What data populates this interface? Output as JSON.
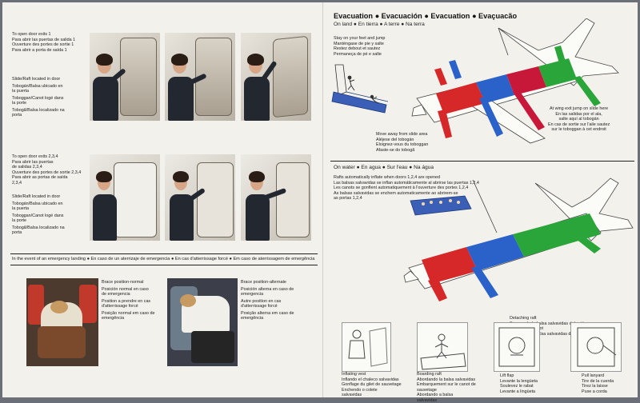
{
  "left_panel": {
    "door1": {
      "lines": [
        "To open door exits 1",
        "Para abrir las puertas de salida 1",
        "Ouverture des portes de sortie 1",
        "Para abrir a porta de saída 1"
      ]
    },
    "slide1": {
      "lines": [
        "Slide/Raft located in door",
        "Tobogán/Balsa ubicado en",
        "la puerta",
        "Toboggan/Canot logé dans",
        "la porte",
        "Tobogã/Balsa localizado na",
        "porta"
      ]
    },
    "door234": {
      "lines": [
        "To open door exits 2,3,4",
        "Para abrir las puertas",
        "de salidas 2,3,4",
        "Ouverture des portes de sortie 2,3,4",
        "Para abrir as portas de saída",
        "2,3,4"
      ]
    },
    "slide234": {
      "lines": [
        "Slide/Raft located in door",
        "Tobogán/Balsa ubicado en",
        "la puerta",
        "Toboggan/Canot logé dans",
        "la porte",
        "Tobogã/Balsa localizado na",
        "porta"
      ]
    },
    "emergency_landing": "In the event of an emergency landing ● En caso de un aterrizaje de emergencia ● En cas d'atterrissage forcé ● Em caso de aterrissagem de emergência",
    "brace_normal": {
      "lines": [
        "Brace position-normal",
        "Posición normal en caso",
        "de emergencia",
        "Position a prendre en cas",
        "d'atterrissage forcé",
        "Posição normal em caso de",
        "emergência"
      ]
    },
    "brace_alternate": {
      "lines": [
        "Brace position-alternate",
        "Posición alterna en caso de",
        "emergencia",
        "Autre position en cas",
        "d'atterrissage forcé",
        "Posição alterna em caso de",
        "emergência"
      ]
    }
  },
  "right_panel": {
    "evacuation_title": "Evacuation ● Evacuación ● Evacuation ● Evaçuacão",
    "on_land": "On land ● En tierra ● A terre ● Na terra",
    "stay_on_feet": {
      "lines": [
        "Stay on your feet and jump",
        "Manténgase de pie y salte",
        "Restez debout et sautez",
        "Permaneça de pé e salte"
      ]
    },
    "move_away": {
      "lines": [
        "Move away from slide area",
        "Aléjese del tobogán",
        "Eloignez-vous du toboggan",
        "Afaste-se do tobogã"
      ]
    },
    "wing_exit": {
      "lines": [
        "At wing exit jump on slide here",
        "En las salidas por el ala,",
        "salte aquí al tobogán",
        "En cas de sortie sur l'aile sautez",
        "sur le toboggan à cet endroit"
      ]
    },
    "on_water": "On water ● En agua ● Sur l'eau ● Na água",
    "rafts_inflate": {
      "lines": [
        "Rafts automatically inflate when doors 1,2,4 are opened",
        "Las balsas salvavidas se inflan automáticamente al abrirse las puertas 1,2,4",
        "Les canots se gonflent automatiquement à l'ouverture des portes 1,2,4",
        "As balsas salvavidas se enchem automaticamente ao abrirem-se",
        "as portas 1,2,4"
      ]
    },
    "detaching_raft": {
      "lines": [
        "Detaching raft",
        "Separando la balsa salvavidas del avión",
        "Largage du canot",
        "Separando a balsa salvavidas do avião"
      ]
    },
    "inflating_vest": {
      "lines": [
        "Inflating vest",
        "Inflando el chaleco salvavidas",
        "Gonflage du gilet de sauvetage",
        "Enchendo o colete",
        "salvavidas"
      ]
    },
    "boarding_raft": {
      "lines": [
        "Boarding raft",
        "Abordando la balsa salvavidas",
        "Embarquement sur le canot de",
        "sauvetage",
        "Abordando a balsa",
        "salvavidas"
      ]
    },
    "lift_flap": {
      "lines": [
        "Lift flap",
        "Levante la lengüeta",
        "Soulevez le rabat",
        "Levante a lingüeta"
      ]
    },
    "pull_lanyard": {
      "lines": [
        "Pull lanyard",
        "Tire de la cuerda",
        "Tirez la laisse",
        "Puxe a corda"
      ]
    }
  },
  "colors": {
    "zone1": "#d62828",
    "zone2": "#2a62c9",
    "zone3": "#c8183a",
    "zone4": "#2aa53a",
    "paper": "#f3f1ec",
    "raft": "#3b5fb6"
  }
}
